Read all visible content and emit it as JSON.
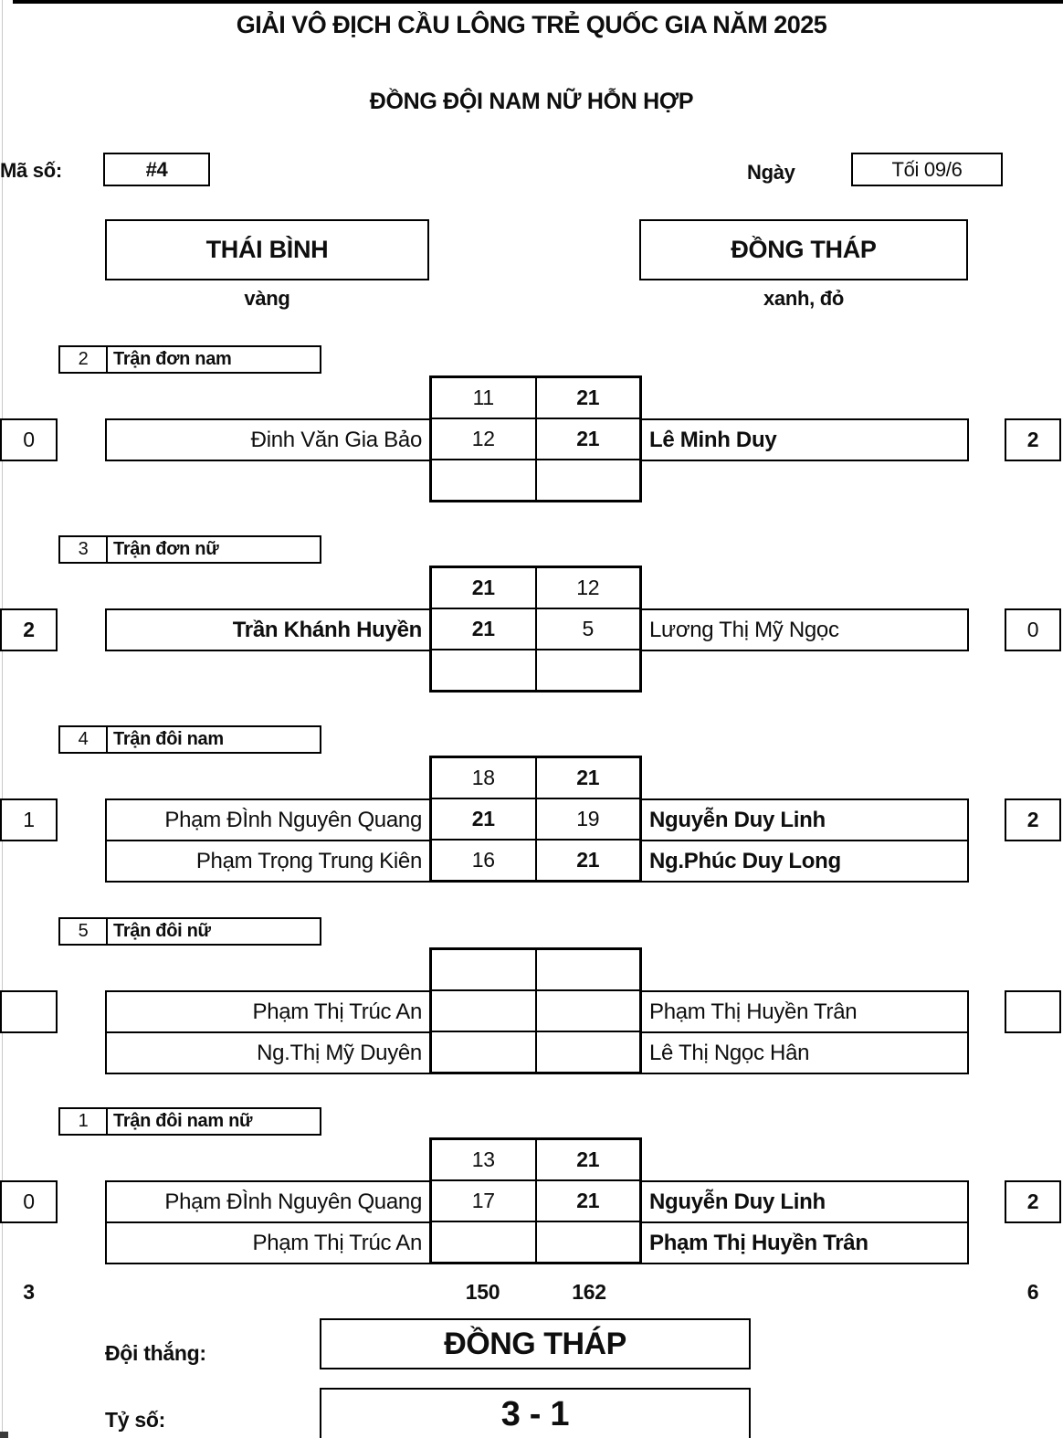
{
  "header": {
    "title": "GIẢI VÔ ĐỊCH CẦU LÔNG TRẺ QUỐC GIA NĂM 2025",
    "subtitle": "ĐỒNG ĐỘI NAM NỮ HỖN HỢP",
    "code_label": "Mã số:",
    "code_value": "#4",
    "date_label": "Ngày",
    "date_value": "Tối 09/6"
  },
  "teams": {
    "left": {
      "name": "THÁI BÌNH",
      "color": "vàng"
    },
    "right": {
      "name": "ĐỒNG THÁP",
      "color": "xanh, đỏ"
    }
  },
  "matches": [
    {
      "number": "2",
      "label": "Trận đơn nam",
      "left_players": [
        "Đinh Văn Gia Bảo"
      ],
      "right_players": [
        "Lê Minh Duy"
      ],
      "games": [
        {
          "a": "11",
          "b": "21"
        },
        {
          "a": "12",
          "b": "21"
        },
        {
          "a": "",
          "b": ""
        }
      ],
      "left_result": "0",
      "right_result": "2"
    },
    {
      "number": "3",
      "label": "Trận đơn nữ",
      "left_players": [
        "Trần Khánh Huyền"
      ],
      "right_players": [
        "Lương Thị Mỹ Ngọc"
      ],
      "games": [
        {
          "a": "21",
          "b": "12"
        },
        {
          "a": "21",
          "b": "5"
        },
        {
          "a": "",
          "b": ""
        }
      ],
      "left_result": "2",
      "right_result": "0"
    },
    {
      "number": "4",
      "label": "Trận đôi nam",
      "left_players": [
        "Phạm ĐÌnh Nguyên Quang",
        "Phạm Trọng Trung Kiên"
      ],
      "right_players": [
        "Nguyễn Duy Linh",
        "Ng.Phúc Duy Long"
      ],
      "games": [
        {
          "a": "18",
          "b": "21"
        },
        {
          "a": "21",
          "b": "19"
        },
        {
          "a": "16",
          "b": "21"
        }
      ],
      "left_result": "1",
      "right_result": "2"
    },
    {
      "number": "5",
      "label": "Trận đôi nữ",
      "left_players": [
        "Phạm Thị Trúc An",
        "Ng.Thị Mỹ Duyên"
      ],
      "right_players": [
        "Phạm Thị Huyền Trân",
        "Lê Thị Ngọc Hân"
      ],
      "games": [
        {
          "a": "",
          "b": ""
        },
        {
          "a": "",
          "b": ""
        },
        {
          "a": "",
          "b": ""
        }
      ],
      "left_result": "",
      "right_result": ""
    },
    {
      "number": "1",
      "label": "Trận đôi nam nữ",
      "left_players": [
        "Phạm ĐÌnh Nguyên Quang",
        "Phạm Thị Trúc An"
      ],
      "right_players": [
        "Nguyễn Duy Linh",
        "Phạm Thị Huyền Trân"
      ],
      "games": [
        {
          "a": "13",
          "b": "21"
        },
        {
          "a": "17",
          "b": "21"
        },
        {
          "a": "",
          "b": ""
        }
      ],
      "left_result": "0",
      "right_result": "2"
    }
  ],
  "footer": {
    "left_total": "3",
    "left_points": "150",
    "right_points": "162",
    "right_total": "6",
    "winner_label": "Đội thắng:",
    "winner": "ĐỒNG THÁP",
    "score_label": "Tỷ số:",
    "score": "3 - 1"
  }
}
